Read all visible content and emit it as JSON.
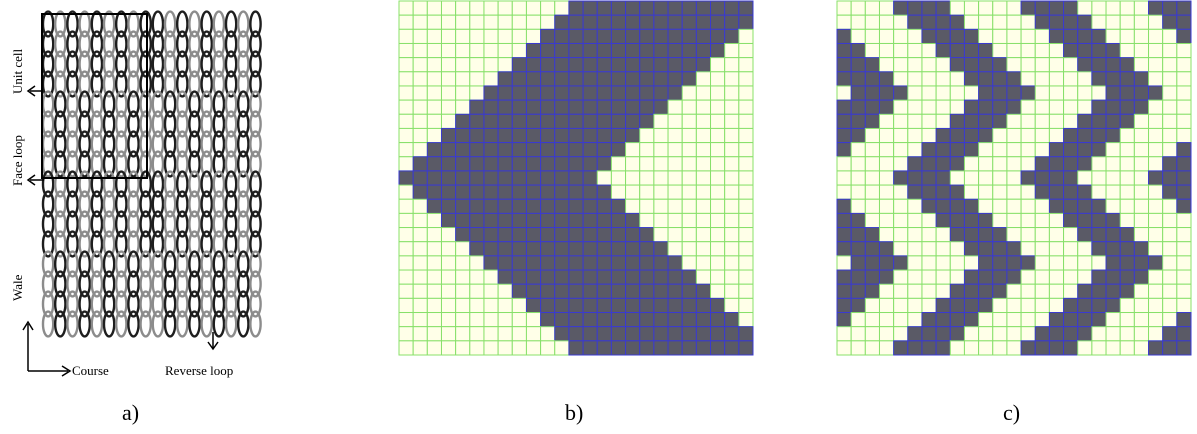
{
  "figure": {
    "captions": [
      "a)",
      "b)",
      "c)"
    ]
  },
  "panel_a": {
    "labels": {
      "unit_cell": "Unit cell",
      "face_loop": "Face loop",
      "wale": "Wale",
      "course": "Course",
      "reverse_loop": "Reverse loop"
    },
    "colors": {
      "dark_loop": "#1e1e1e",
      "light_loop": "#8c8c8c"
    }
  },
  "panel_b": {
    "grid_cells": 25,
    "pattern": "single chevron (V pointing left), dark band",
    "colors": {
      "dark": "#5a5a66",
      "light": "#ffffe8",
      "light_grid": "#88e06a",
      "dark_grid": "#3a3ad0"
    }
  },
  "panel_c": {
    "grid_cells": 25,
    "pattern": "multiple chevron (zigzag) bands",
    "colors": {
      "dark": "#5a5a66",
      "light": "#ffffe8",
      "light_grid": "#88e06a",
      "dark_grid": "#3a3ad0"
    }
  }
}
